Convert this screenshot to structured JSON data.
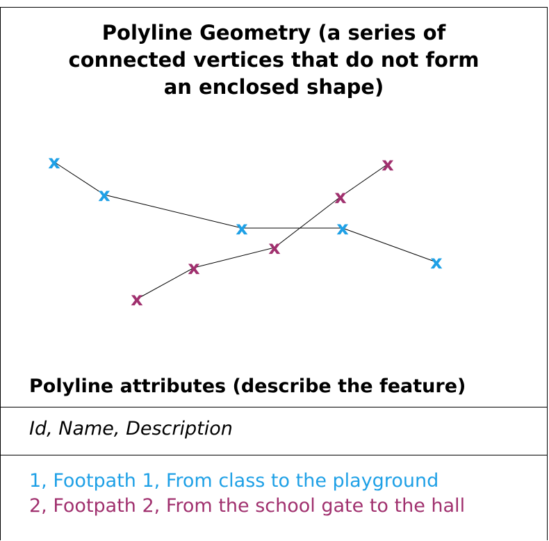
{
  "title": {
    "lines": [
      "Polyline Geometry (a series of",
      "connected vertices that do not form",
      "an enclosed shape)"
    ]
  },
  "attributes": {
    "heading": "Polyline attributes (describe the feature)",
    "fields": "Id, Name, Description",
    "records": [
      {
        "text": "1, Footpath 1, From class to the playground",
        "color": "#1ea0e6"
      },
      {
        "text": "2, Footpath 2, From the school gate to the hall",
        "color": "#a0306e"
      }
    ]
  },
  "icons": {
    "vertex": "x-vertex-icon"
  },
  "colors": {
    "line": "#000000",
    "feature_1": "#1ea0e6",
    "feature_2": "#a0306e"
  }
}
